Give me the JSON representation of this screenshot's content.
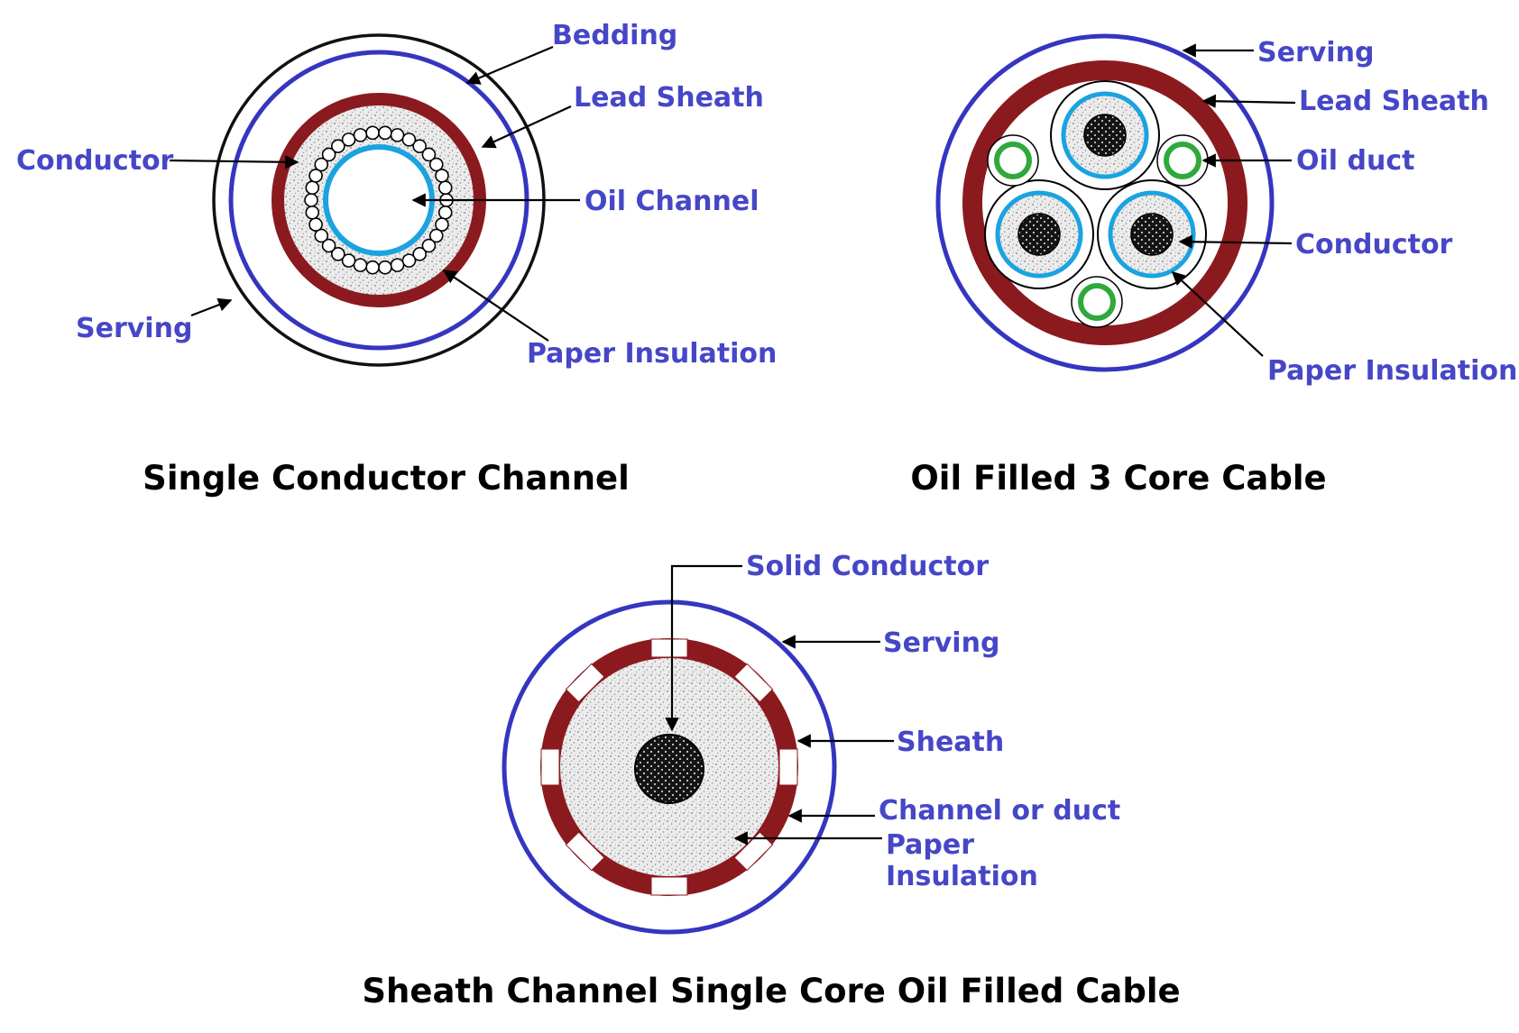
{
  "colors": {
    "label": "#4646c8",
    "caption": "#000000",
    "serving": "#3535c0",
    "sheath": "#8b1a1f",
    "insulation_ring": "#1aa3e0",
    "oil_duct": "#2fa83c"
  },
  "diagrams": [
    {
      "caption": "Single Conductor Channel",
      "labels": {
        "bedding": "Bedding",
        "lead_sheath": "Lead Sheath",
        "conductor": "Conductor",
        "oil_channel": "Oil Channel",
        "serving": "Serving",
        "paper_insulation": "Paper Insulation"
      }
    },
    {
      "caption": "Oil Filled 3 Core Cable",
      "labels": {
        "serving": "Serving",
        "lead_sheath": "Lead Sheath",
        "oil_duct": "Oil duct",
        "conductor": "Conductor",
        "paper_insulation": "Paper Insulation"
      }
    },
    {
      "caption": "Sheath Channel Single Core Oil Filled Cable",
      "labels": {
        "solid_conductor": "Solid Conductor",
        "serving": "Serving",
        "sheath": "Sheath",
        "channel_or_duct": "Channel or duct",
        "paper_insulation_line1": "Paper",
        "paper_insulation_line2": "Insulation"
      }
    }
  ]
}
